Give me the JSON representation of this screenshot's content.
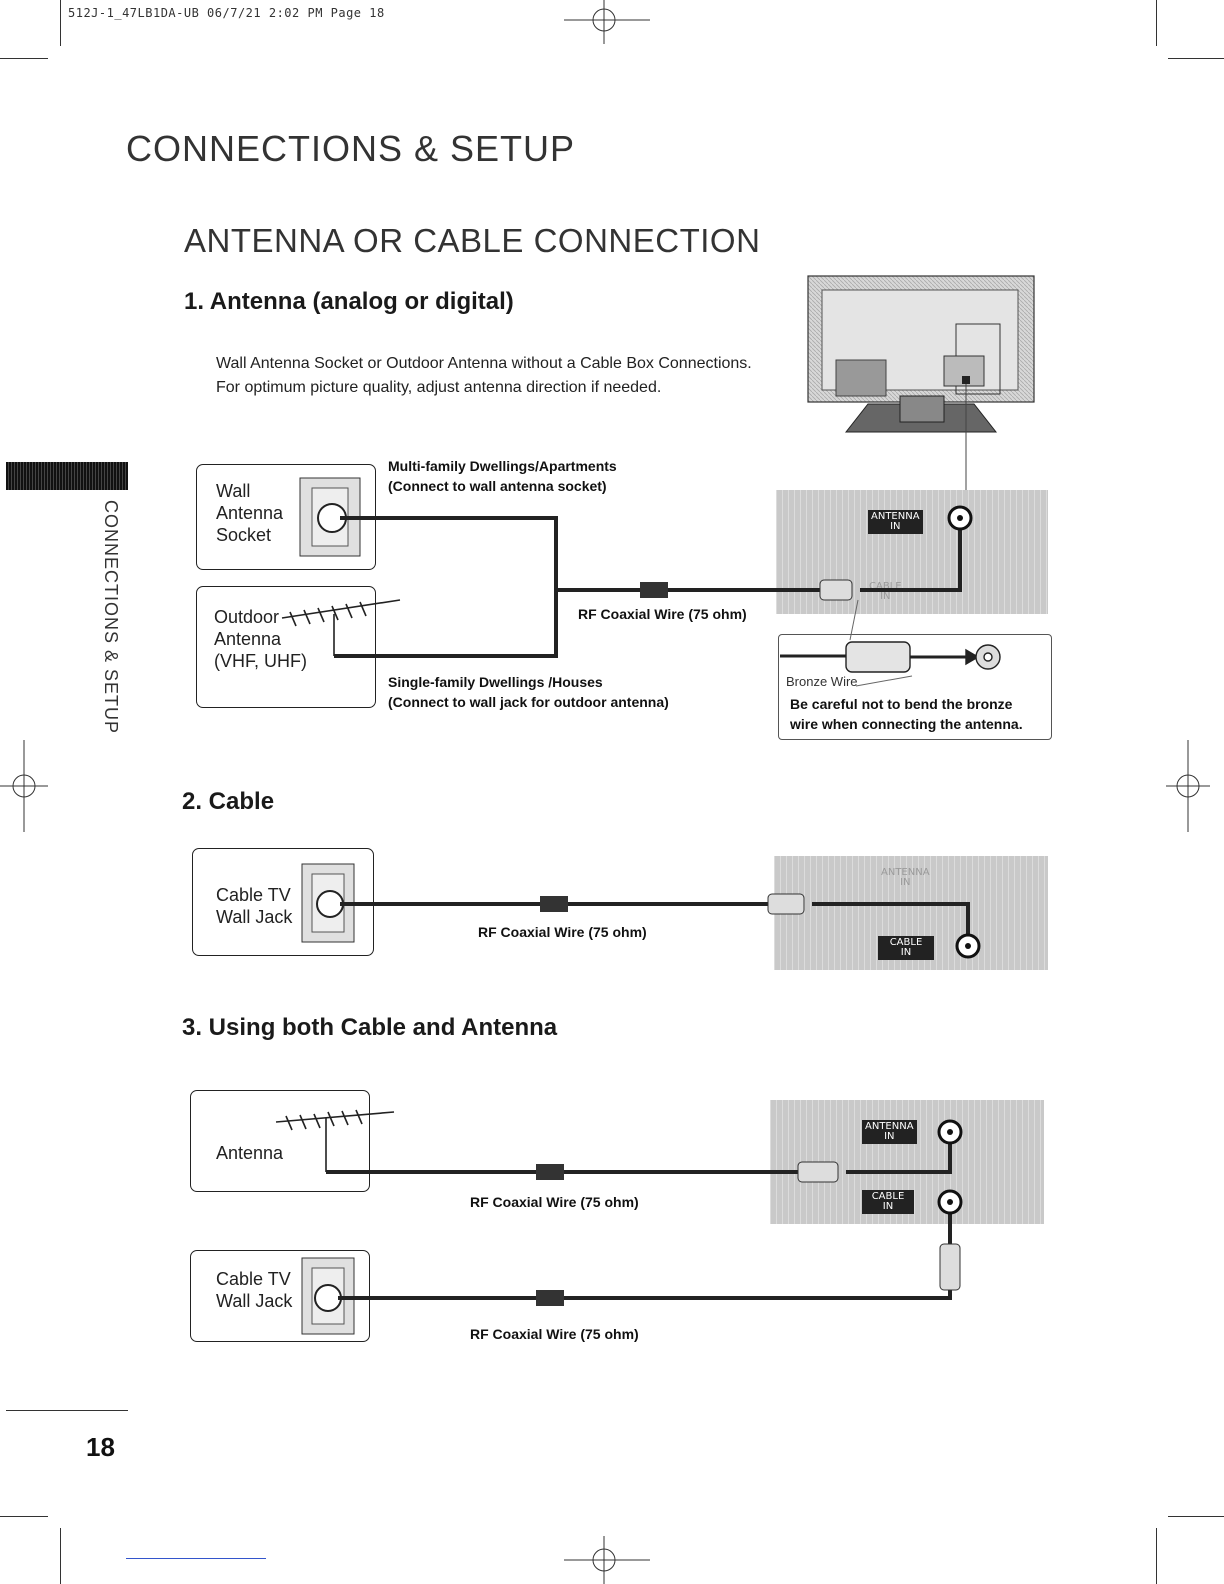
{
  "print_header": "512J-1_47LB1DA-UB   06/7/21  2:02 PM   Page 18",
  "page_title": "CONNECTIONS & SETUP",
  "side_tab_text": "CONNECTIONS & SETUP",
  "section_title": "ANTENNA OR CABLE CONNECTION",
  "antenna": {
    "title": "1. Antenna (analog or digital)",
    "intro_line1": "Wall Antenna Socket or Outdoor Antenna without a Cable Box Connections.",
    "intro_line2": "For optimum picture quality, adjust antenna direction if needed.",
    "wall_socket_label": "Wall\nAntenna\nSocket",
    "outdoor_label": "Outdoor\nAntenna\n(VHF, UHF)",
    "multi_family_note": "Multi-family Dwellings/Apartments\n(Connect to wall antenna socket)",
    "single_family_note": "Single-family Dwellings /Houses\n(Connect to wall jack for outdoor antenna)",
    "wire_label": "RF Coaxial Wire (75 ohm)",
    "port_antenna": "ANTENNA\nIN",
    "port_cable": "CABLE\nIN",
    "bronze_wire_label": "Bronze Wire",
    "bronze_note": "Be careful not to bend the bronze\nwire when connecting the antenna."
  },
  "cable": {
    "title": "2. Cable",
    "wall_jack_label": "Cable TV\nWall Jack",
    "wire_label": "RF Coaxial Wire (75 ohm)",
    "port_antenna": "ANTENNA\nIN",
    "port_cable": "CABLE\nIN"
  },
  "both": {
    "title": "3. Using both Cable and Antenna",
    "antenna_label": "Antenna",
    "wall_jack_label": "Cable TV\nWall Jack",
    "wire_label_1": "RF Coaxial Wire (75 ohm)",
    "wire_label_2": "RF Coaxial Wire (75 ohm)",
    "port_antenna": "ANTENNA\nIN",
    "port_cable": "CABLE\nIN"
  },
  "page_number": "18"
}
